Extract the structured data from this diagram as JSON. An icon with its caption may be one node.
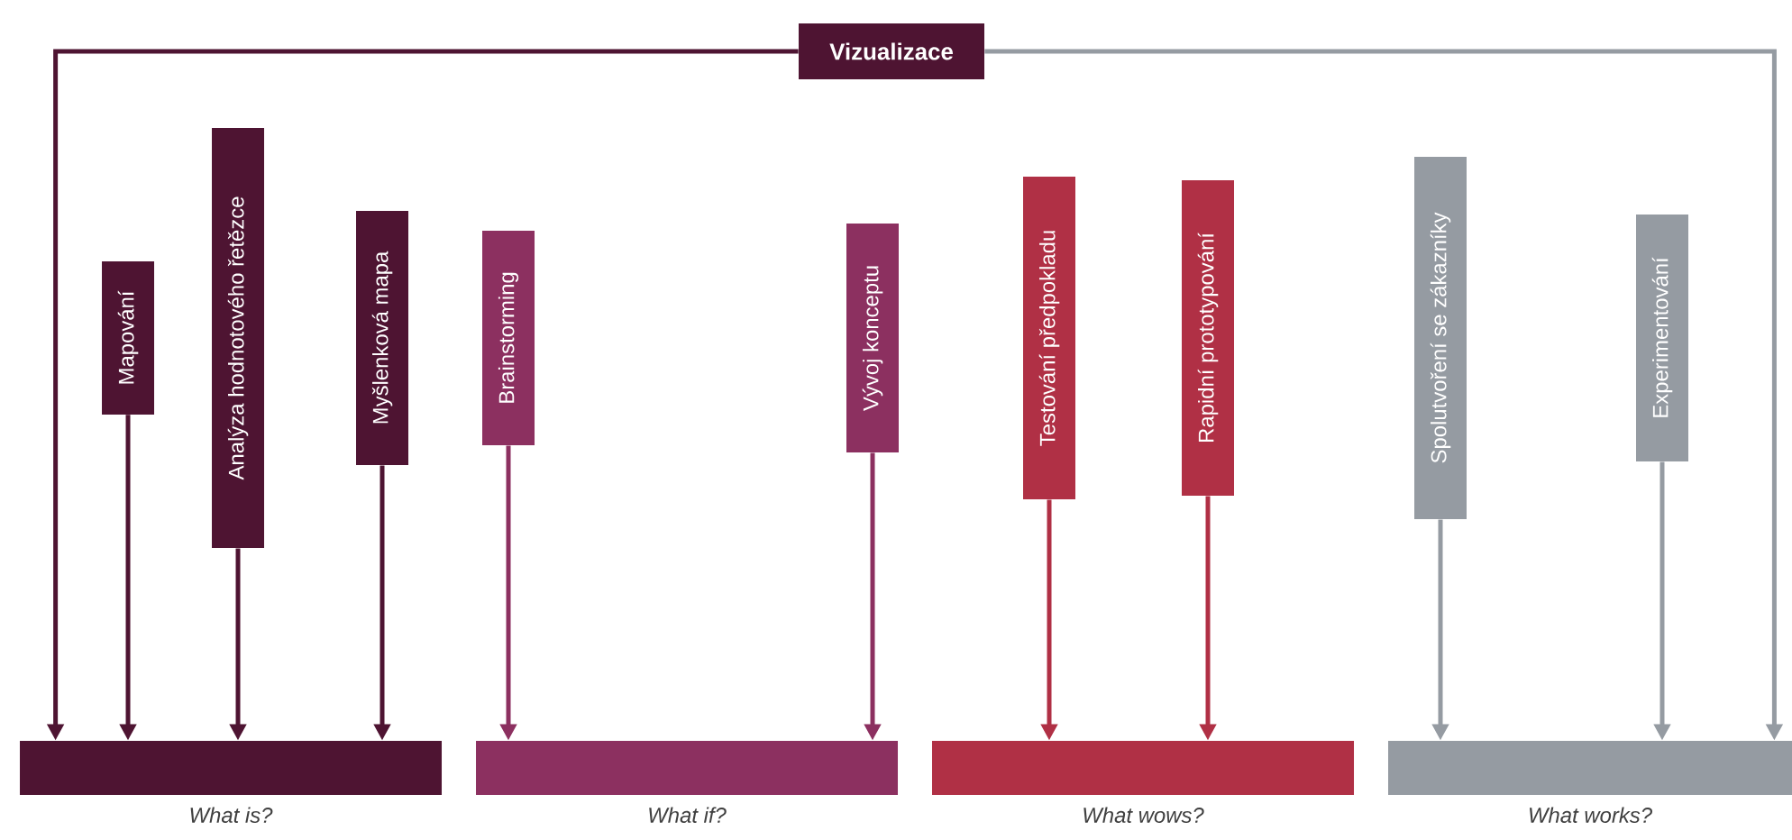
{
  "diagram": {
    "nodes": [
      {
        "text": [
          "Vizualizace"
        ]
      },
      {
        "text": [
          "Mapování"
        ]
      },
      {
        "text": [
          "Analýza hodnotového řetězce"
        ]
      },
      {
        "text": [
          "Myšlenková mapa"
        ]
      },
      {
        "text": [
          "Brainstorming"
        ]
      },
      {
        "text": [
          "Vývoj konceptu"
        ]
      },
      {
        "text": [
          "Testování předpokladu"
        ]
      },
      {
        "text": [
          "Rapidní prototypování"
        ]
      },
      {
        "text": [
          "Spolutvoření se zákazníky"
        ]
      },
      {
        "text": [
          "Experimentování"
        ]
      },
      {
        "text": [
          "What is?"
        ]
      },
      {
        "text": [
          "What if?"
        ]
      },
      {
        "text": [
          "What wows?"
        ]
      },
      {
        "text": [
          "What works?"
        ]
      }
    ],
    "edges": [
      {
        "from": 0,
        "to": 10,
        "arrow": "to",
        "color": "#4e1432"
      },
      {
        "from": 1,
        "to": 10,
        "arrow": "to",
        "color": "#4e1432"
      },
      {
        "from": 2,
        "to": 10,
        "arrow": "to",
        "color": "#4e1432"
      },
      {
        "from": 3,
        "to": 10,
        "arrow": "to",
        "color": "#4e1432"
      },
      {
        "from": 4,
        "to": 11,
        "arrow": "to",
        "color": "#8c3060"
      },
      {
        "from": 5,
        "to": 11,
        "arrow": "to",
        "color": "#8c3060"
      },
      {
        "from": 6,
        "to": 12,
        "arrow": "to",
        "color": "#b03045"
      },
      {
        "from": 7,
        "to": 12,
        "arrow": "to",
        "color": "#b03045"
      },
      {
        "from": 8,
        "to": 13,
        "arrow": "to",
        "color": "#959ba2"
      },
      {
        "from": 9,
        "to": 13,
        "arrow": "to",
        "color": "#959ba2"
      },
      {
        "from": 0,
        "to": 13,
        "arrow": "to",
        "color": "#959ba2"
      }
    ]
  }
}
